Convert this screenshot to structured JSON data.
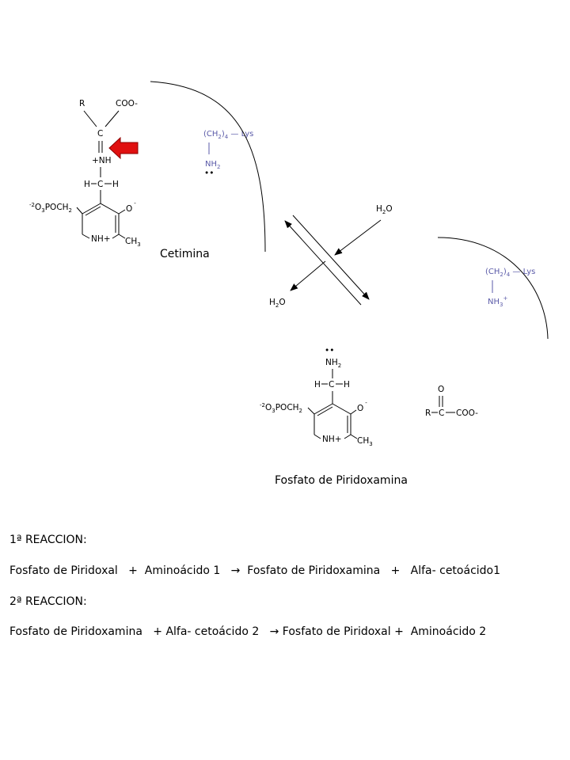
{
  "cetimina": {
    "r_label": "R",
    "coo_label": "COO-",
    "c_label": "C",
    "nh_label": "+NH",
    "hch": {
      "h_left": "H",
      "c": "C",
      "h_right": "H"
    },
    "phosphate": {
      "charge": "-2",
      "o": "O",
      "o_sub": "3",
      "poch": "POCH",
      "poch_sub": "2"
    },
    "o_minus": {
      "o": "O",
      "minus": "-"
    },
    "nh_ring": "NH+",
    "ch3": {
      "ch": "CH",
      "sub": "3"
    },
    "name": "Cetimina"
  },
  "lys_top": {
    "ch2": "(CH",
    "ch2_sub": "2",
    "ch2_close": ")",
    "count_sub": "4",
    "dash": " — Lys",
    "nh2": "NH",
    "nh2_sub": "2",
    "lone_pair": "••"
  },
  "water_right": {
    "h": "H",
    "h_sub": "2",
    "o": "O"
  },
  "water_left": {
    "h": "H",
    "h_sub": "2",
    "o": "O"
  },
  "lys_right": {
    "ch2": "(CH",
    "ch2_sub": "2",
    "ch2_close": ")",
    "count_sub": "4",
    "dash": " — Lys",
    "nh3": "NH",
    "nh3_sub": "3",
    "plus": "+"
  },
  "piridoxamina": {
    "lone_pair": "••",
    "nh2": "NH",
    "nh2_sub": "2",
    "hch": {
      "h_left": "H",
      "c": "C",
      "h_right": "H"
    },
    "phosphate": {
      "charge": "-2",
      "o": "O",
      "o_sub": "3",
      "poch": "POCH",
      "poch_sub": "2"
    },
    "o_minus": {
      "o": "O",
      "minus": "-"
    },
    "nh_ring": "NH+",
    "ch3": {
      "ch": "CH",
      "sub": "3"
    },
    "name": "Fosfato de Piridoxamina"
  },
  "cetoacido": {
    "o": "O",
    "r": "R",
    "c": "C",
    "coo": "COO-"
  },
  "reactions": {
    "r1_title": "1ª REACCION:",
    "r1_text": "Fosfato de Piridoxal   +  Aminoácido 1   →  Fosfato de Piridoxamina   +   Alfa- cetoácido1",
    "r2_title": "2ª REACCION:",
    "r2_text": "Fosfato de Piridoxamina   + Alfa- cetoácido 2   → Fosfato de Piridoxal +  Aminoácido 2"
  },
  "colors": {
    "lys_blue": "#5a5aa8",
    "arrow_red": "#e01010"
  }
}
